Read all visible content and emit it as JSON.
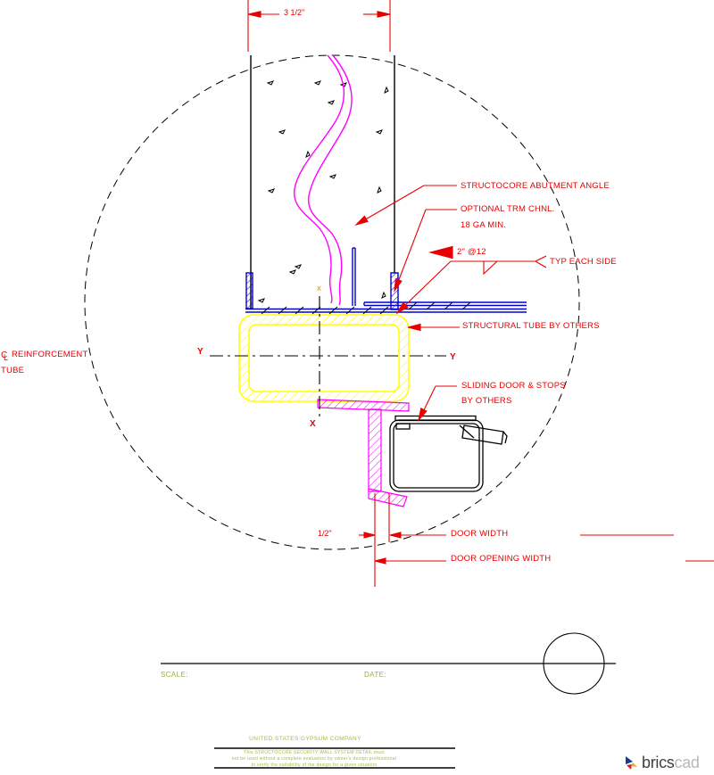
{
  "drawing": {
    "dim_top": "3 1/2\"",
    "dim_half": "1/2\"",
    "callout_abutment": "STRUCTOCORE ABUTMENT ANGLE",
    "callout_trim_1": "OPTIONAL TRM CHNL.",
    "callout_trim_2": "18 GA MIN.",
    "callout_spacing": "2\" @12",
    "callout_typ": "TYP EACH SIDE",
    "callout_tube": "STRUCTURAL TUBE BY OTHERS",
    "callout_door_1": "SLIDING DOOR & STOPS",
    "callout_door_2": "BY OTHERS",
    "dim_door_width": "DOOR WIDTH",
    "dim_door_opening": "DOOR OPENING WIDTH",
    "label_reinforcement_1": "REINFORCEMENT",
    "label_reinforcement_2": "TUBE",
    "centerline_c": "C",
    "centerline_l": "L",
    "axis_y_left": "Y",
    "axis_y_right": "Y",
    "axis_x": "X",
    "axis_x_marker": "X"
  },
  "titleblock": {
    "scale_label": "SCALE:",
    "date_label": "DATE:",
    "company": "UNITED STATES GYPSUM COMPANY",
    "disclaimer_1": "This STRUCTOCORE SECURITY WALL SYSTEM DETAIL must",
    "disclaimer_2": "not be used without a complete evaluation by owner's design professional",
    "disclaimer_3": "to verify the suitability of the design for a given situation"
  },
  "logo": {
    "brand": "brics",
    "suffix": "cad"
  },
  "colors": {
    "line_red": "#e60000",
    "magenta": "#ff00ff",
    "yellow": "#ffff00",
    "blue": "#0000cd",
    "green": "#93b63e",
    "orange": "#d6a044",
    "black": "#000000"
  }
}
